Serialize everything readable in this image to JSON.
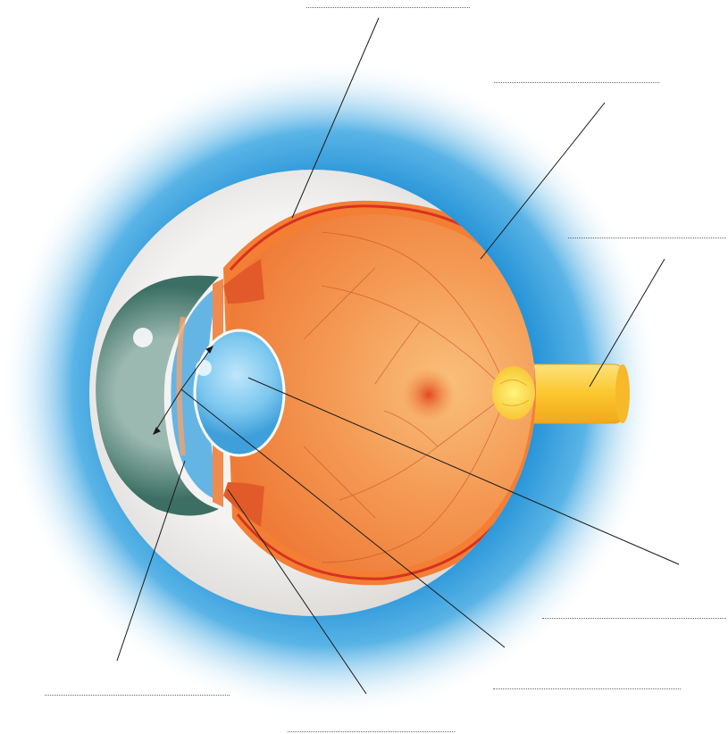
{
  "diagram": {
    "subject": "eye-cross-section",
    "label_blanks": [
      {
        "id": "blank-top",
        "text": ""
      },
      {
        "id": "blank-upper-right",
        "text": ""
      },
      {
        "id": "blank-right",
        "text": ""
      },
      {
        "id": "blank-lower-right",
        "text": ""
      },
      {
        "id": "blank-bottom-right",
        "text": ""
      },
      {
        "id": "blank-bottom-center",
        "text": ""
      },
      {
        "id": "blank-bottom-left",
        "text": ""
      }
    ]
  },
  "colors": {
    "sclera": "#ecebea",
    "choroid_orange": "#f07a33",
    "retina_red": "#d7321f",
    "vitreous_light": "#f3a25c",
    "cornea_teal": "#4f857a",
    "lens_blue": "#6fc2ee",
    "iris_orange": "#ef8b4e",
    "macula": "#e85c2a",
    "optic_nerve": "#fbd63a",
    "halo_blue": "#1f8fd6",
    "leader_line": "#1a1a1a"
  }
}
